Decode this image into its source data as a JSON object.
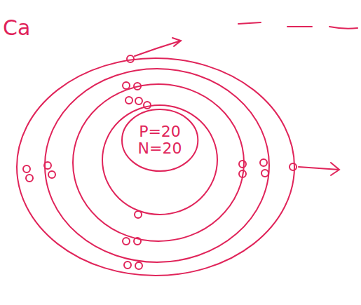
{
  "diagram": {
    "nodes": [
      {
        "text": [
          "P=20",
          "N=20"
        ]
      }
    ],
    "labels": [
      "Ca"
    ]
  }
}
